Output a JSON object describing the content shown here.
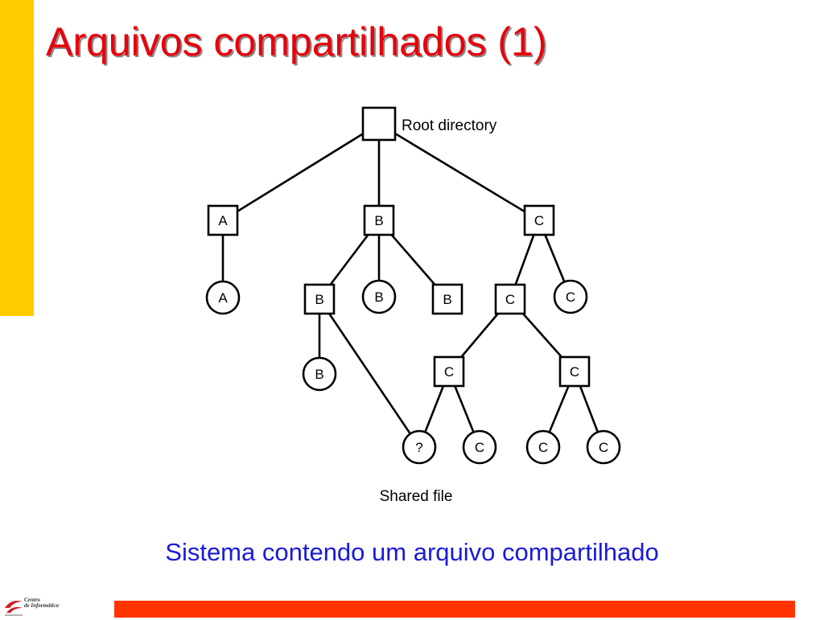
{
  "slide": {
    "title": "Arquivos compartilhados (1)",
    "subtitle": "Sistema contendo um arquivo compartilhado",
    "logo_line1": "Centro",
    "logo_line2": "de Informática"
  },
  "colors": {
    "title": "#e8000b",
    "subtitle": "#1a1ad8",
    "side_bar": "#ffcc00",
    "bottom_bar": "#ff3300",
    "diagram_stroke": "#000000"
  },
  "diagram": {
    "root_label": "Root directory",
    "shared_label": "Shared file",
    "nodes": [
      {
        "id": "root",
        "shape": "square",
        "label": ""
      },
      {
        "id": "dirA",
        "shape": "square",
        "label": "A"
      },
      {
        "id": "dirB",
        "shape": "square",
        "label": "B"
      },
      {
        "id": "dirC",
        "shape": "square",
        "label": "C"
      },
      {
        "id": "fileA",
        "shape": "circle",
        "label": "A"
      },
      {
        "id": "dirB2",
        "shape": "square",
        "label": "B"
      },
      {
        "id": "fileB1",
        "shape": "circle",
        "label": "B"
      },
      {
        "id": "dirB3",
        "shape": "square",
        "label": "B"
      },
      {
        "id": "dirC2",
        "shape": "square",
        "label": "C"
      },
      {
        "id": "fileC1",
        "shape": "circle",
        "label": "C"
      },
      {
        "id": "fileB2",
        "shape": "circle",
        "label": "B"
      },
      {
        "id": "dirC3",
        "shape": "square",
        "label": "C"
      },
      {
        "id": "dirC4",
        "shape": "square",
        "label": "C"
      },
      {
        "id": "shared",
        "shape": "circle",
        "label": "?"
      },
      {
        "id": "fileC2",
        "shape": "circle",
        "label": "C"
      },
      {
        "id": "fileC3",
        "shape": "circle",
        "label": "C"
      },
      {
        "id": "fileC4",
        "shape": "circle",
        "label": "C"
      }
    ],
    "edges": [
      [
        "root",
        "dirA"
      ],
      [
        "root",
        "dirB"
      ],
      [
        "root",
        "dirC"
      ],
      [
        "dirA",
        "fileA"
      ],
      [
        "dirB",
        "dirB2"
      ],
      [
        "dirB",
        "fileB1"
      ],
      [
        "dirB",
        "dirB3"
      ],
      [
        "dirC",
        "dirC2"
      ],
      [
        "dirC",
        "fileC1"
      ],
      [
        "dirB2",
        "fileB2"
      ],
      [
        "dirB2",
        "shared"
      ],
      [
        "dirC2",
        "dirC3"
      ],
      [
        "dirC2",
        "dirC4"
      ],
      [
        "dirC3",
        "shared"
      ],
      [
        "dirC3",
        "fileC2"
      ],
      [
        "dirC4",
        "fileC3"
      ],
      [
        "dirC4",
        "fileC4"
      ]
    ]
  }
}
